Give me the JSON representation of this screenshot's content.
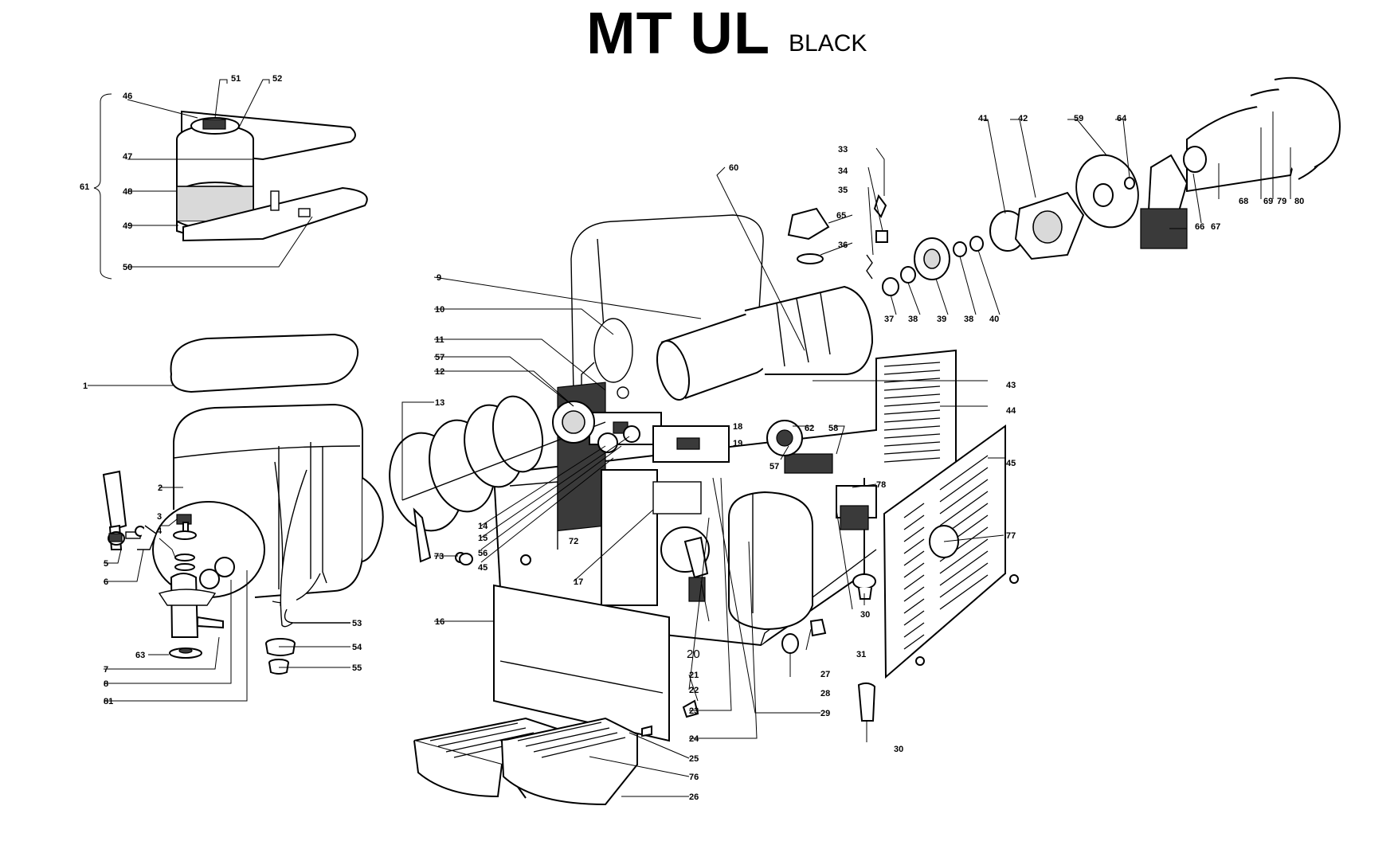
{
  "title": {
    "main": "MT UL",
    "sub": "BLACK"
  },
  "labels": [
    {
      "id": "l1",
      "text": "1"
    },
    {
      "id": "l2",
      "text": "2"
    },
    {
      "id": "l3",
      "text": "3"
    },
    {
      "id": "l4",
      "text": "4"
    },
    {
      "id": "l5",
      "text": "5"
    },
    {
      "id": "l6",
      "text": "6"
    },
    {
      "id": "l7",
      "text": "7"
    },
    {
      "id": "l8",
      "text": "8"
    },
    {
      "id": "l9",
      "text": "9"
    },
    {
      "id": "l10",
      "text": "10"
    },
    {
      "id": "l11",
      "text": "11"
    },
    {
      "id": "l12",
      "text": "12"
    },
    {
      "id": "l13",
      "text": "13"
    },
    {
      "id": "l14",
      "text": "14"
    },
    {
      "id": "l15",
      "text": "15"
    },
    {
      "id": "l16",
      "text": "16"
    },
    {
      "id": "l17",
      "text": "17"
    },
    {
      "id": "l18",
      "text": "18"
    },
    {
      "id": "l19",
      "text": "19"
    },
    {
      "id": "l20",
      "text": "20"
    },
    {
      "id": "l21",
      "text": "21"
    },
    {
      "id": "l22",
      "text": "22"
    },
    {
      "id": "l23",
      "text": "23"
    },
    {
      "id": "l24",
      "text": "24"
    },
    {
      "id": "l25",
      "text": "25"
    },
    {
      "id": "l26",
      "text": "26"
    },
    {
      "id": "l27",
      "text": "27"
    },
    {
      "id": "l28",
      "text": "28"
    },
    {
      "id": "l29",
      "text": "29"
    },
    {
      "id": "l30a",
      "text": "30"
    },
    {
      "id": "l30b",
      "text": "30"
    },
    {
      "id": "l31",
      "text": "31"
    },
    {
      "id": "l33",
      "text": "33"
    },
    {
      "id": "l34",
      "text": "34"
    },
    {
      "id": "l35",
      "text": "35"
    },
    {
      "id": "l36",
      "text": "36"
    },
    {
      "id": "l37",
      "text": "37"
    },
    {
      "id": "l38a",
      "text": "38"
    },
    {
      "id": "l38b",
      "text": "38"
    },
    {
      "id": "l39",
      "text": "39"
    },
    {
      "id": "l40",
      "text": "40"
    },
    {
      "id": "l41",
      "text": "41"
    },
    {
      "id": "l42",
      "text": "42"
    },
    {
      "id": "l43",
      "text": "43"
    },
    {
      "id": "l44",
      "text": "44"
    },
    {
      "id": "l45a",
      "text": "45"
    },
    {
      "id": "l45b",
      "text": "45"
    },
    {
      "id": "l46",
      "text": "46"
    },
    {
      "id": "l47",
      "text": "47"
    },
    {
      "id": "l48",
      "text": "48"
    },
    {
      "id": "l49",
      "text": "49"
    },
    {
      "id": "l50",
      "text": "50"
    },
    {
      "id": "l51",
      "text": "51"
    },
    {
      "id": "l52",
      "text": "52"
    },
    {
      "id": "l53",
      "text": "53"
    },
    {
      "id": "l54",
      "text": "54"
    },
    {
      "id": "l55",
      "text": "55"
    },
    {
      "id": "l56",
      "text": "56"
    },
    {
      "id": "l57a",
      "text": "57"
    },
    {
      "id": "l57b",
      "text": "57"
    },
    {
      "id": "l58",
      "text": "58"
    },
    {
      "id": "l59",
      "text": "59"
    },
    {
      "id": "l60",
      "text": "60"
    },
    {
      "id": "l61",
      "text": "61"
    },
    {
      "id": "l62",
      "text": "62"
    },
    {
      "id": "l63",
      "text": "63"
    },
    {
      "id": "l64",
      "text": "64"
    },
    {
      "id": "l65",
      "text": "65"
    },
    {
      "id": "l66",
      "text": "66"
    },
    {
      "id": "l67",
      "text": "67"
    },
    {
      "id": "l68",
      "text": "68"
    },
    {
      "id": "l69",
      "text": "69"
    },
    {
      "id": "l72",
      "text": "72"
    },
    {
      "id": "l73",
      "text": "73"
    },
    {
      "id": "l76",
      "text": "76"
    },
    {
      "id": "l77",
      "text": "77"
    },
    {
      "id": "l78",
      "text": "78"
    },
    {
      "id": "l79",
      "text": "79"
    },
    {
      "id": "l80",
      "text": "80"
    },
    {
      "id": "l81",
      "text": "81"
    }
  ]
}
